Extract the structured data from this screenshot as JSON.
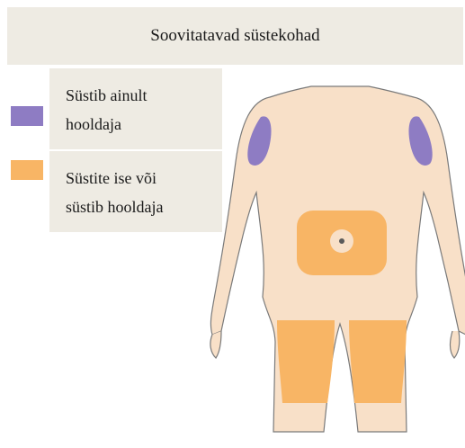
{
  "title": "Soovitatavad süstekohad",
  "legend": [
    {
      "line1": "Süstib ainult",
      "line2": "hooldaja",
      "color": "#8e7cc3"
    },
    {
      "line1": "Süstite ise või",
      "line2": "süstib hooldaja",
      "color": "#f8b565"
    }
  ],
  "colors": {
    "skin": "#f8e0c8",
    "outline": "#7a7a7a",
    "panel": "#eeebe3"
  }
}
